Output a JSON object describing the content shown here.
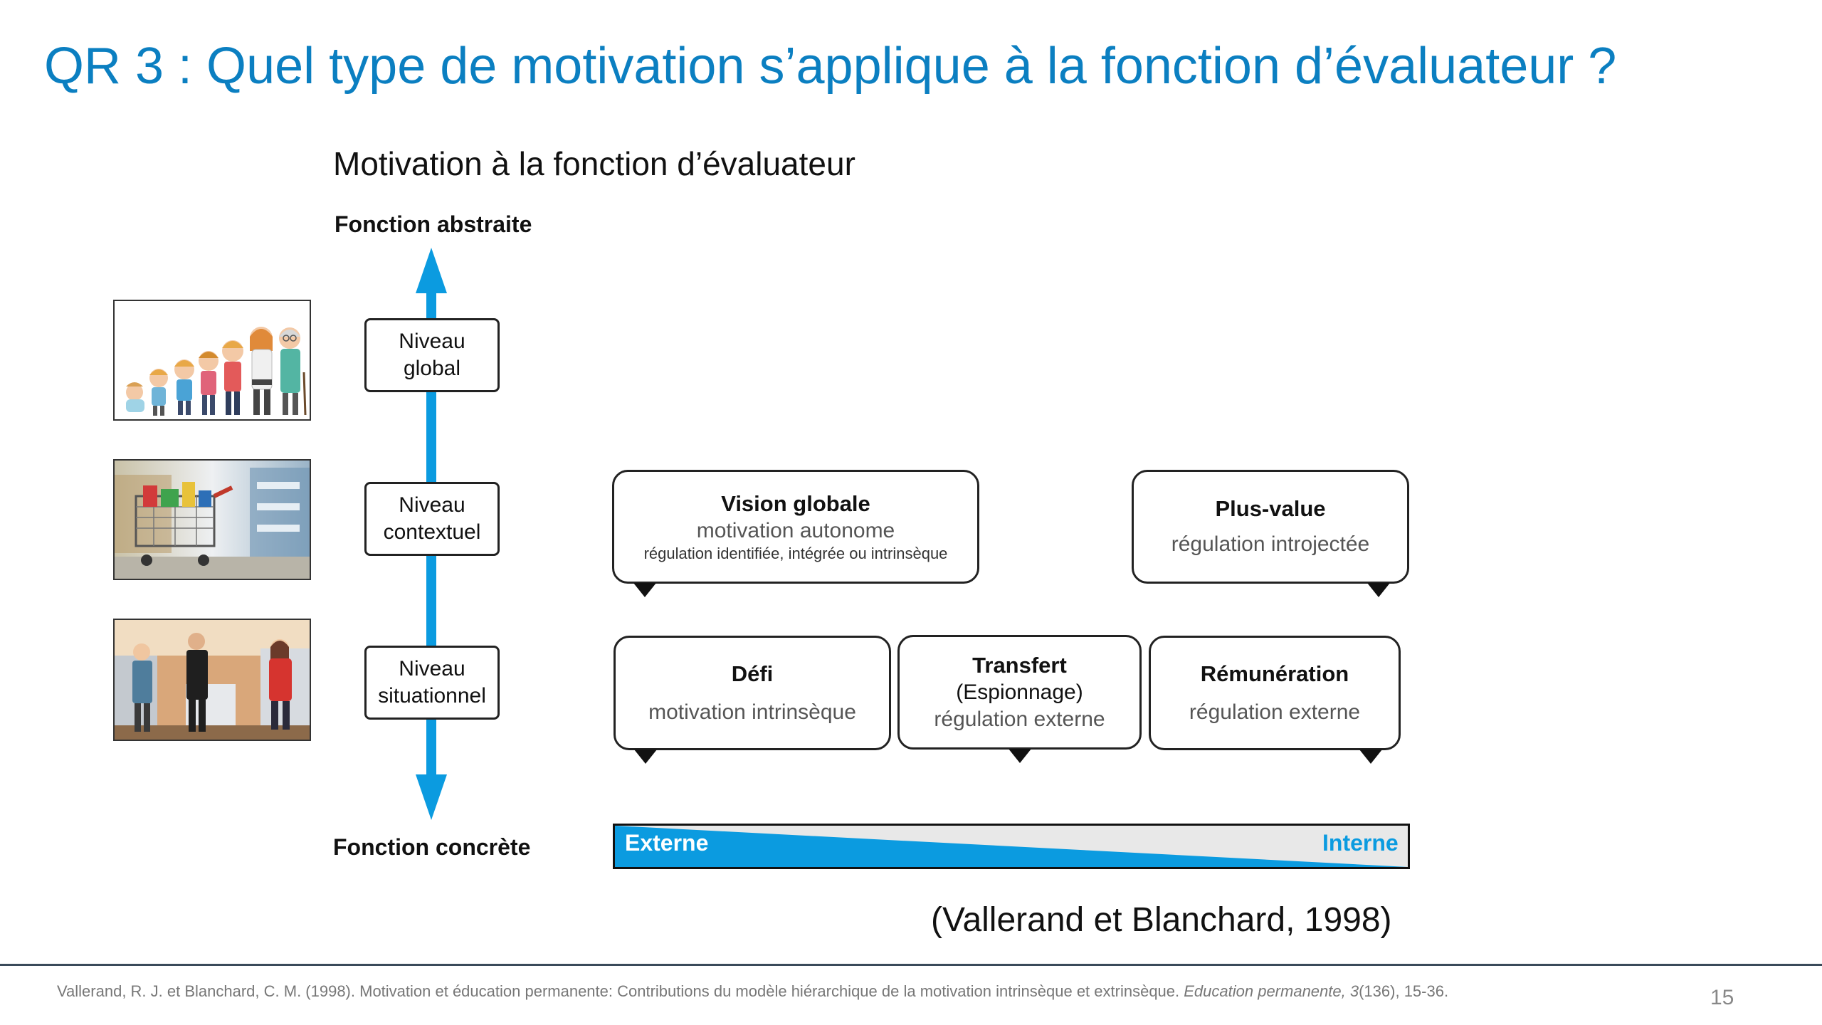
{
  "slide": {
    "title": "QR 3 : Quel type de motivation s’applique à la fonction d’évaluateur ?",
    "page_number": "15"
  },
  "diagram": {
    "title": "Motivation à la fonction d’évaluateur",
    "axis_top_label": "Fonction abstraite",
    "axis_bottom_label": "Fonction concrète",
    "axis_color": "#0b9be0",
    "levels": [
      {
        "line1": "Niveau",
        "line2": "global",
        "icon": "people-generations-illustration"
      },
      {
        "line1": "Niveau",
        "line2": "contextuel",
        "icon": "supermarket-trolley-photo"
      },
      {
        "line1": "Niveau",
        "line2": "situationnel",
        "icon": "store-evaluators-photo"
      }
    ],
    "bubbles": {
      "vision": {
        "title": "Vision globale",
        "subtitle": "motivation autonome",
        "note": "régulation identifiée, intégrée ou intrinsèque"
      },
      "plus_value": {
        "title": "Plus-value",
        "subtitle": "régulation introjectée"
      },
      "defi": {
        "title": "Défi",
        "subtitle": "motivation intrinsèque"
      },
      "transfert": {
        "title": "Transfert",
        "paren": "(Espionnage)",
        "subtitle": "régulation externe"
      },
      "remuneration": {
        "title": "Rémunération",
        "subtitle": "régulation externe"
      }
    },
    "scale": {
      "left_label": "Externe",
      "right_label": "Interne",
      "accent_color": "#0b9be0"
    }
  },
  "citation": "(Vallerand et Blanchard, 1998)",
  "footnote": {
    "main": "Vallerand, R. J. et Blanchard, C. M. (1998). Motivation et éducation permanente: Contributions du modèle hiérarchique de la motivation intrinsèque et extrinsèque. ",
    "journal": "Education permanente,",
    "volume": " 3",
    "rest": "(136), 15-36."
  }
}
